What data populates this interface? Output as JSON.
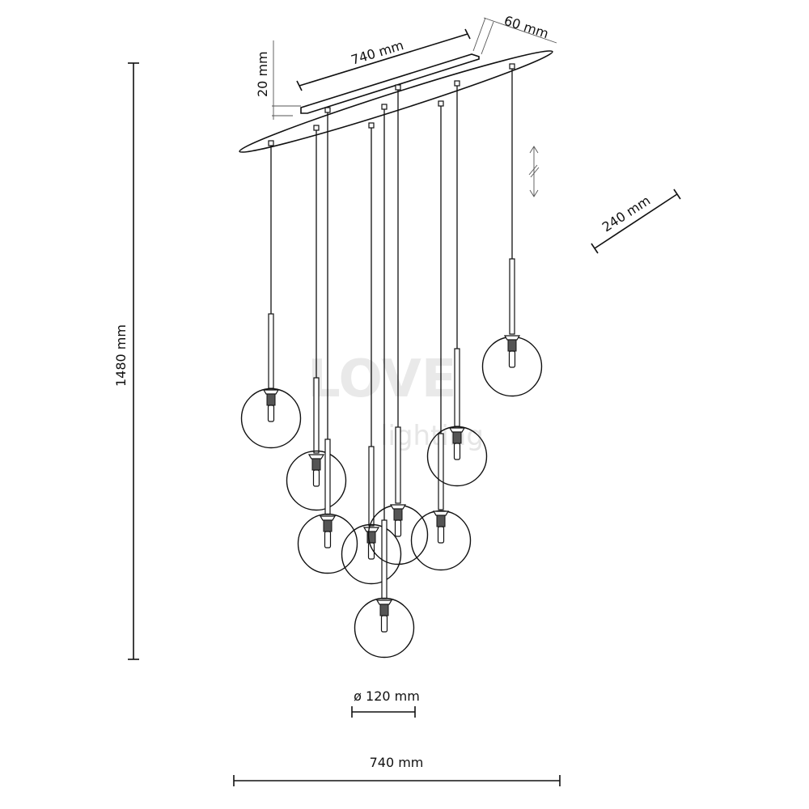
{
  "title": "Pendant lamp dimension drawing",
  "dimensions": {
    "canopy_length": "740 mm",
    "canopy_width": "60 mm",
    "canopy_height": "20 mm",
    "canopy_depth": "240 mm",
    "total_height": "1480 mm",
    "globe_diameter": "ø 120 mm",
    "total_width": "740 mm"
  },
  "watermark": {
    "line1": "LOVE",
    "line2": "lighting"
  },
  "pendant_count": 9
}
